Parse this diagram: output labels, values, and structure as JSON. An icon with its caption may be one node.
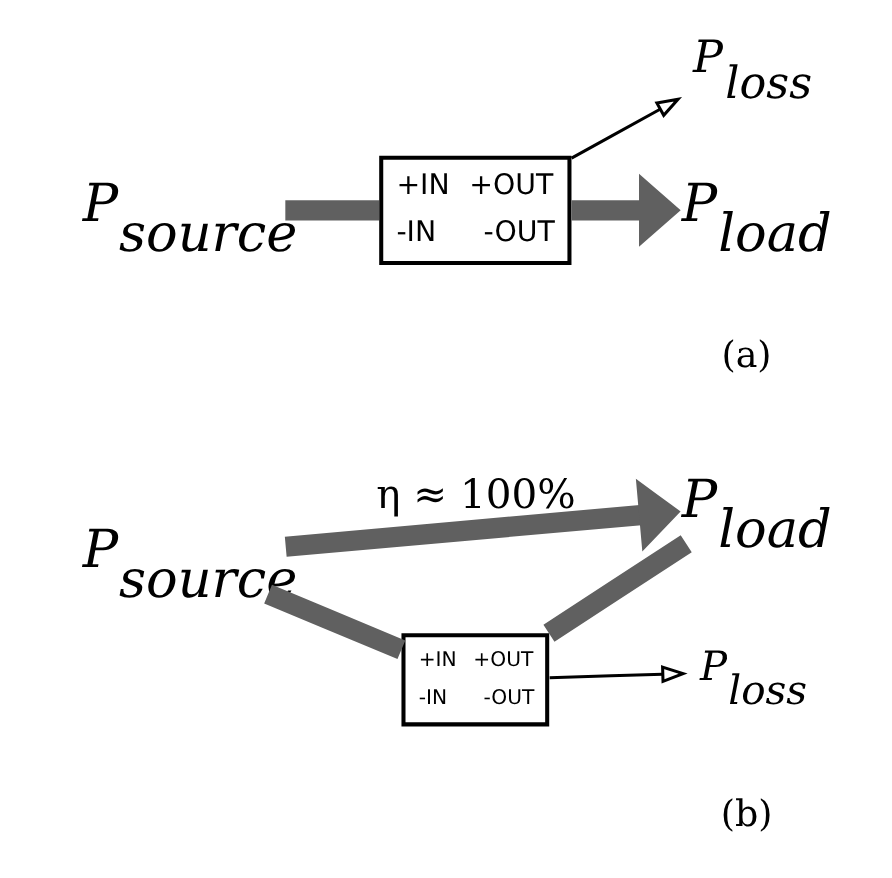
{
  "diagram": {
    "nodes": [
      {
        "text": [
          "P$_{source}$"
        ]
      },
      {
        "text": [
          "+IN",
          "+OUT",
          "-IN",
          "-OUT"
        ]
      },
      {
        "text": [
          "P$_{load}$"
        ]
      },
      {
        "text": [
          "P$_{loss}$"
        ]
      },
      {
        "text": [
          "P$_{source}$"
        ]
      },
      {
        "text": [
          "+IN",
          "+OUT",
          "-IN",
          "-OUT"
        ]
      },
      {
        "text": [
          "P$_{load}$"
        ]
      },
      {
        "text": [
          "P$_{loss}$"
        ]
      }
    ],
    "edges": [
      {
        "from": 0,
        "to": 1,
        "arrow": "none"
      },
      {
        "from": 1,
        "to": 2,
        "arrow": "to"
      },
      {
        "from": 1,
        "to": 3,
        "arrow": "to",
        "color": "#000000"
      },
      {
        "from": 4,
        "to": 6,
        "arrow": "to",
        "label": "η ≈ 100%"
      },
      {
        "from": 4,
        "to": 5,
        "arrow": "none"
      },
      {
        "from": 5,
        "to": 6,
        "arrow": "none"
      },
      {
        "from": 5,
        "to": 7,
        "arrow": "to",
        "color": "#000000"
      }
    ],
    "labels": [
      "(a)",
      "(b)"
    ]
  }
}
